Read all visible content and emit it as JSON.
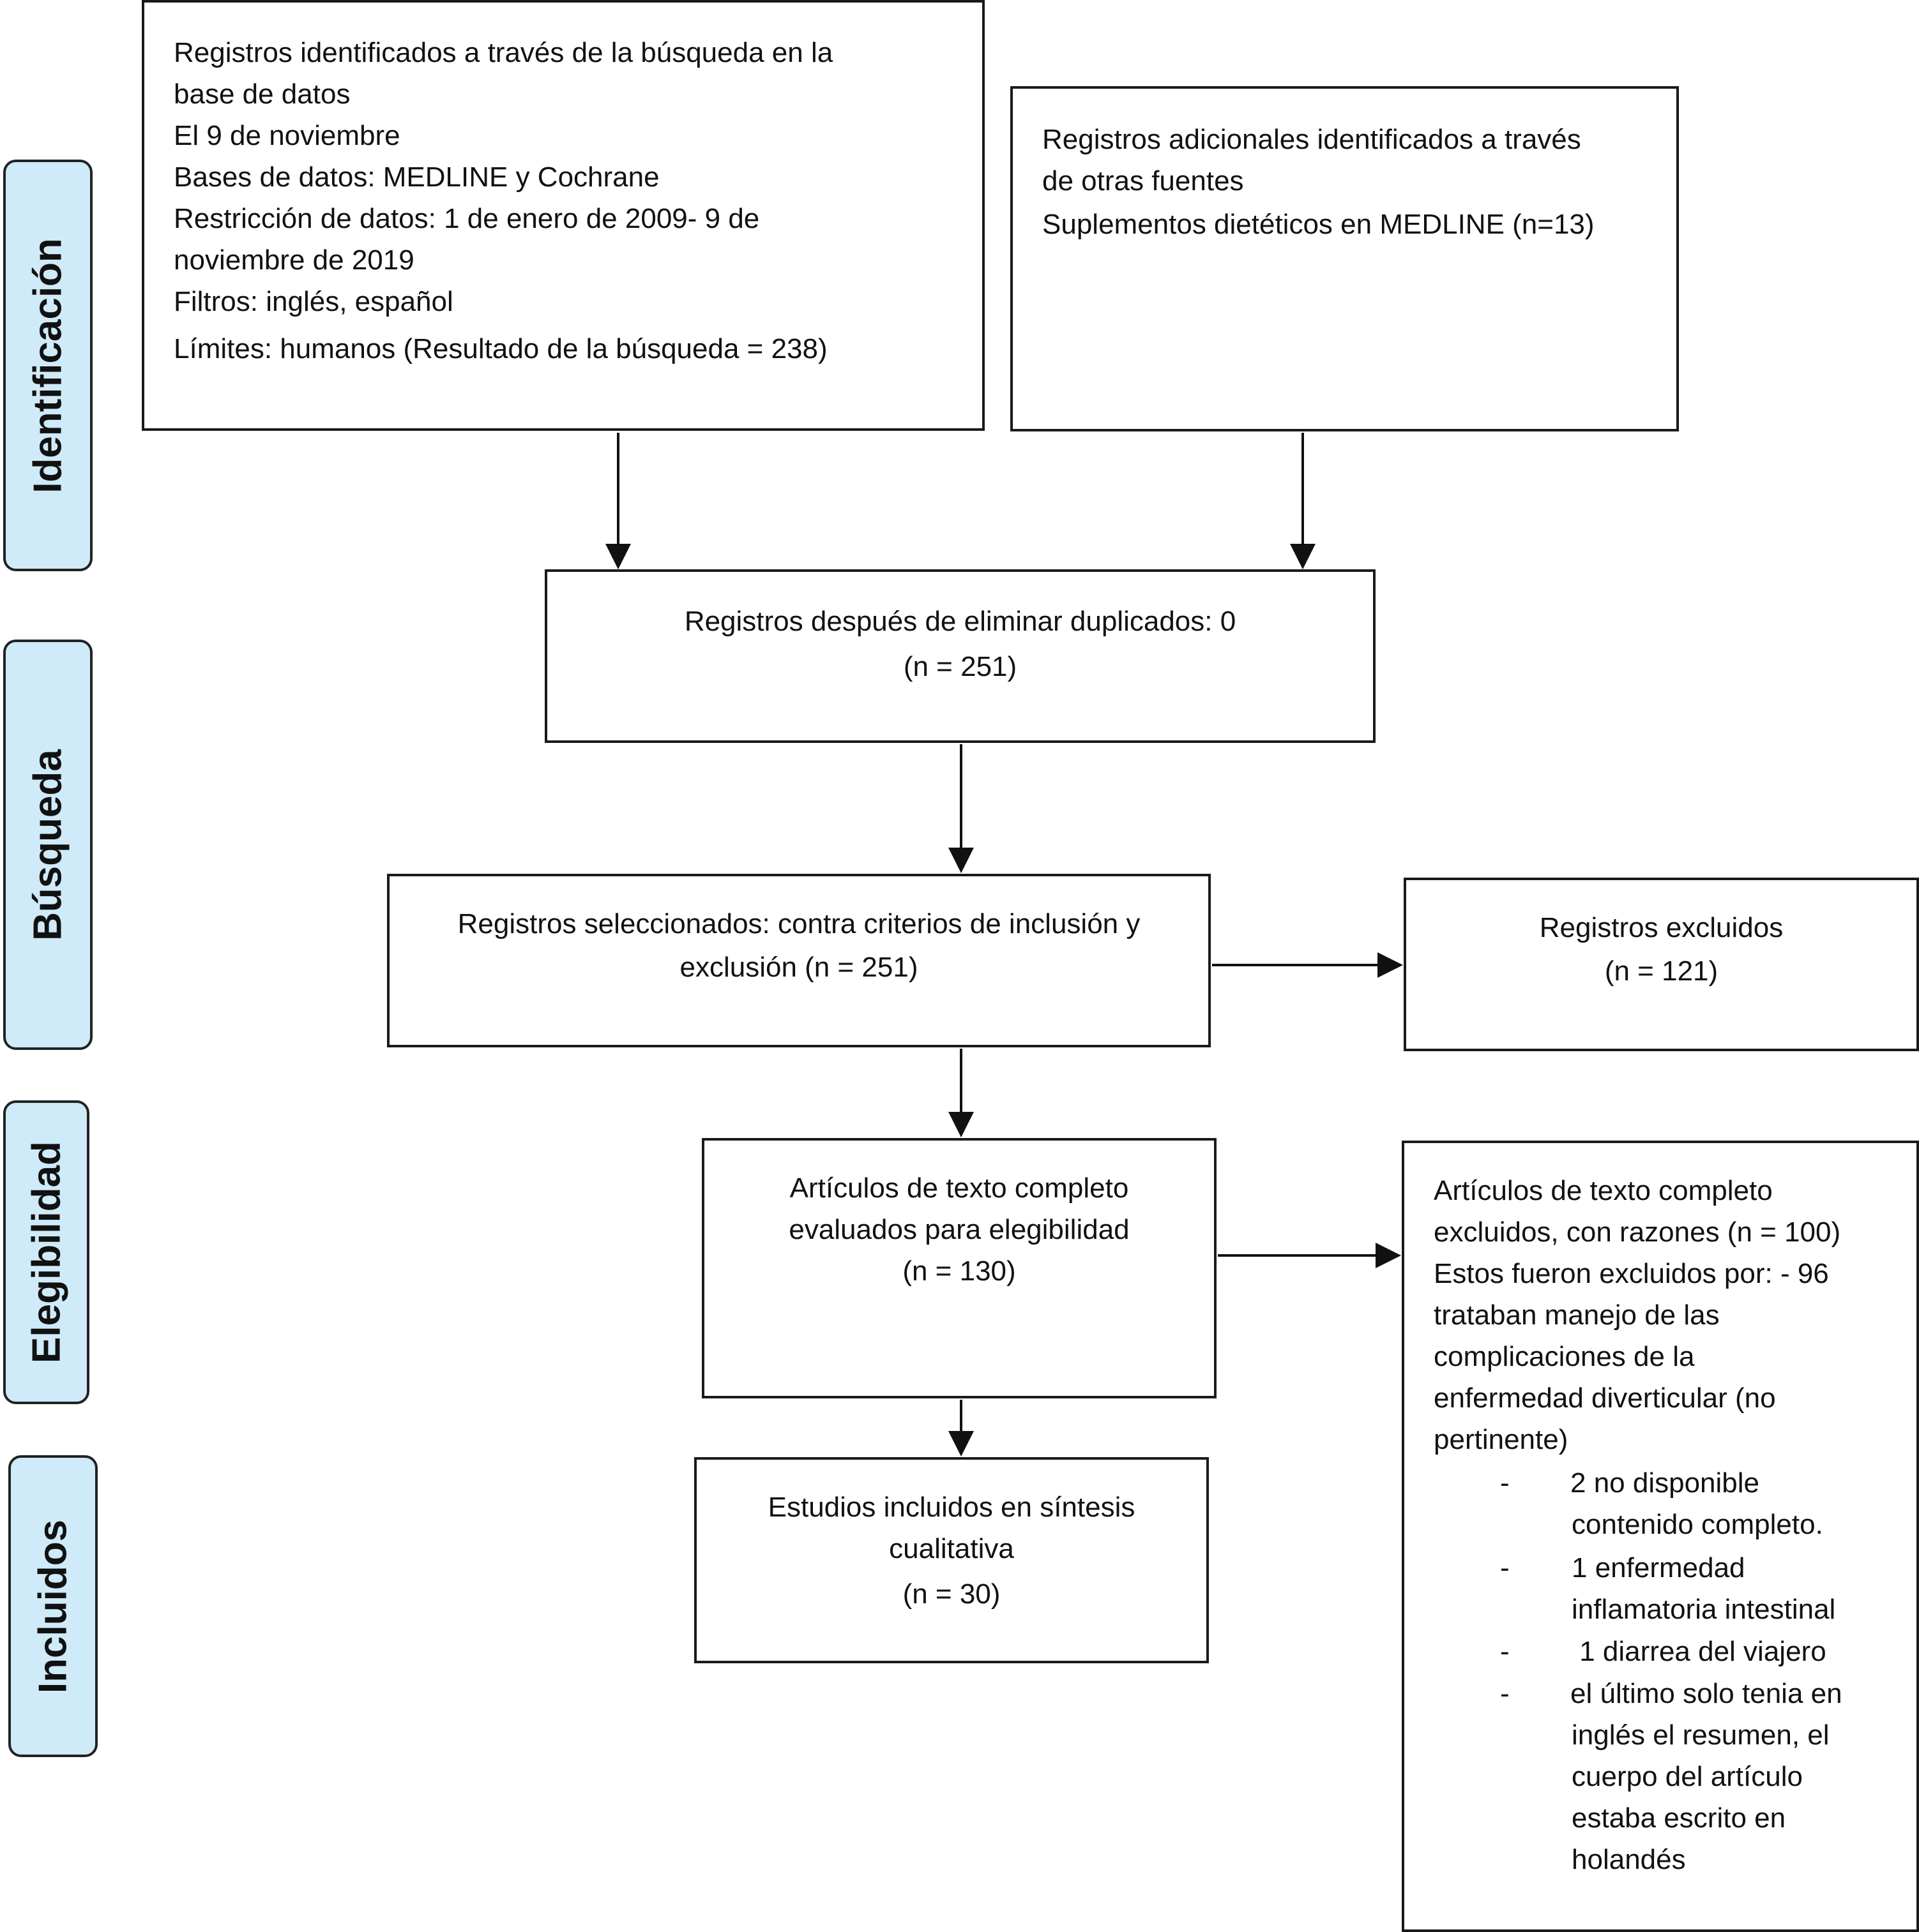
{
  "stages": {
    "identificacion": "Identificación",
    "busqueda": "Búsqueda",
    "elegibilidad": "Elegibilidad",
    "incluidos": "Incluidos"
  },
  "box_database": {
    "lines": [
      "Registros identificados a través de la búsqueda en la",
      "base de datos",
      "El 9 de noviembre",
      "Bases de datos: MEDLINE y Cochrane",
      "Restricción de datos: 1 de enero de 2009- 9  de",
      "noviembre de 2019",
      "Filtros: inglés, español",
      "Límites: humanos (Resultado de la búsqueda =  238)"
    ]
  },
  "box_additional": {
    "lines": [
      "Registros adicionales identificados a través",
      "de otras fuentes",
      "Suplementos dietéticos en MEDLINE (n=13)"
    ]
  },
  "box_duplicates": {
    "lines": [
      "Registros después de eliminar duplicados: 0",
      "(n = 251)"
    ]
  },
  "box_screened": {
    "lines": [
      "Registros seleccionados: contra criterios de inclusión y",
      "exclusión (n = 251)"
    ]
  },
  "box_excluded": {
    "lines": [
      "Registros excluidos",
      "(n =  121)"
    ]
  },
  "box_fulltext": {
    "lines": [
      "Artículos de texto completo",
      "evaluados para elegibilidad",
      "(n =  130)"
    ]
  },
  "box_fulltext_excluded": {
    "lines": [
      "Artículos de texto completo",
      "excluidos, con razones (n = 100)",
      "Estos fueron excluidos por: - 96",
      "trataban manejo  de las",
      "complicaciones de la",
      "enfermedad diverticular (no",
      "pertinente)"
    ],
    "bullets": [
      {
        "dash": "-",
        "lines": [
          "2 no disponible",
          "contenido completo."
        ]
      },
      {
        "dash": "-",
        "lines": [
          "1 enfermedad",
          "inflamatoria intestinal"
        ]
      },
      {
        "dash": "-",
        "lines": [
          " 1 diarrea del viajero"
        ]
      },
      {
        "dash": "-",
        "lines": [
          "el último solo tenia en",
          "inglés el resumen, el",
          "cuerpo del artículo",
          "estaba escrito en",
          "holandés"
        ]
      }
    ]
  },
  "box_included": {
    "lines": [
      "Estudios incluidos en síntesis",
      "cualitativa",
      "(n = 30)"
    ]
  }
}
